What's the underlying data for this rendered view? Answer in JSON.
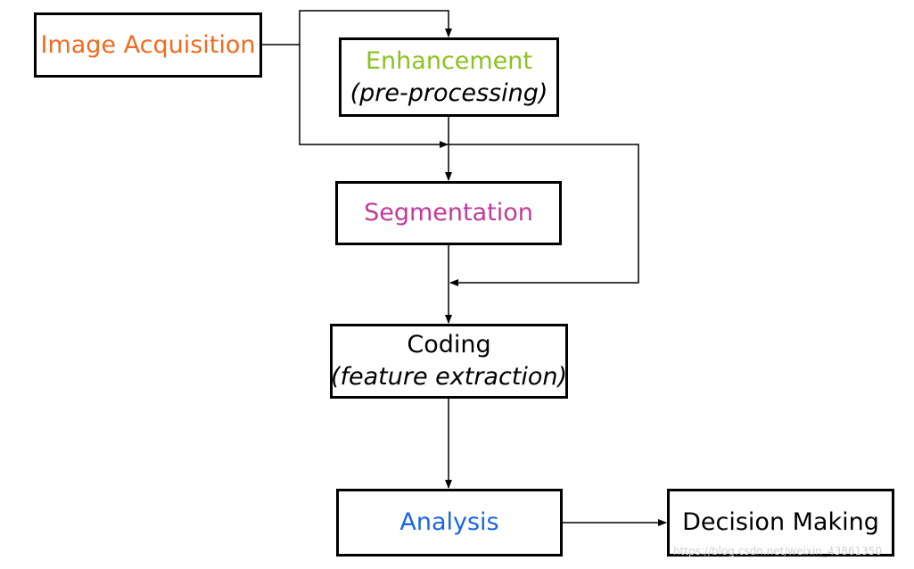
{
  "nodes": {
    "image_acquisition": {
      "label": "Image Acquisition",
      "color": "#f26b1d"
    },
    "enhancement": {
      "label": "Enhancement",
      "sublabel": "(pre-processing)",
      "color": "#8dc21f"
    },
    "segmentation": {
      "label": "Segmentation",
      "color": "#c2399a"
    },
    "coding": {
      "label": "Coding",
      "sublabel": "(feature extraction)",
      "color": "#000000"
    },
    "analysis": {
      "label": "Analysis",
      "color": "#1a66e0"
    },
    "decision_making": {
      "label": "Decision Making",
      "color": "#000000"
    }
  },
  "watermark": "https://blog.csdn.net/weixin_43861350"
}
